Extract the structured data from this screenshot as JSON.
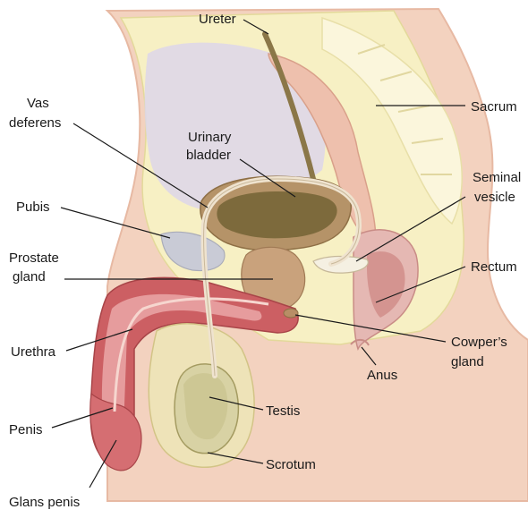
{
  "labels": {
    "ureter": "Ureter",
    "sacrum": "Sacrum",
    "vas_deferens_1": "Vas",
    "vas_deferens_2": "deferens",
    "urinary_bladder_1": "Urinary",
    "urinary_bladder_2": "bladder",
    "seminal_vesicle_1": "Seminal",
    "seminal_vesicle_2": "vesicle",
    "pubis": "Pubis",
    "prostate_gland_1": "Prostate",
    "prostate_gland_2": "gland",
    "rectum": "Rectum",
    "urethra": "Urethra",
    "cowpers_gland_1": "Cowper’s",
    "cowpers_gland_2": "gland",
    "anus": "Anus",
    "testis": "Testis",
    "penis": "Penis",
    "scrotum": "Scrotum",
    "glans_penis": "Glans penis"
  },
  "colors": {
    "skin": "#f3d2bf",
    "skin_edge": "#e7b9a3",
    "fat_yellow": "#f7f0c4",
    "bone": "#fbf6dc",
    "bladder_purple": "#ddd6ea",
    "bladder_wall": "#b59368",
    "bladder_inner": "#7d6a3c",
    "rectum_pink": "#e5b8b3",
    "rectum_inner": "#cf8b87",
    "penis_red": "#cc5f63",
    "penis_light": "#e9a3a3",
    "prostate": "#c9a27c",
    "ureter": "#8b7748",
    "testis_green": "#d8d2a4",
    "vas": "#efe3cf"
  }
}
